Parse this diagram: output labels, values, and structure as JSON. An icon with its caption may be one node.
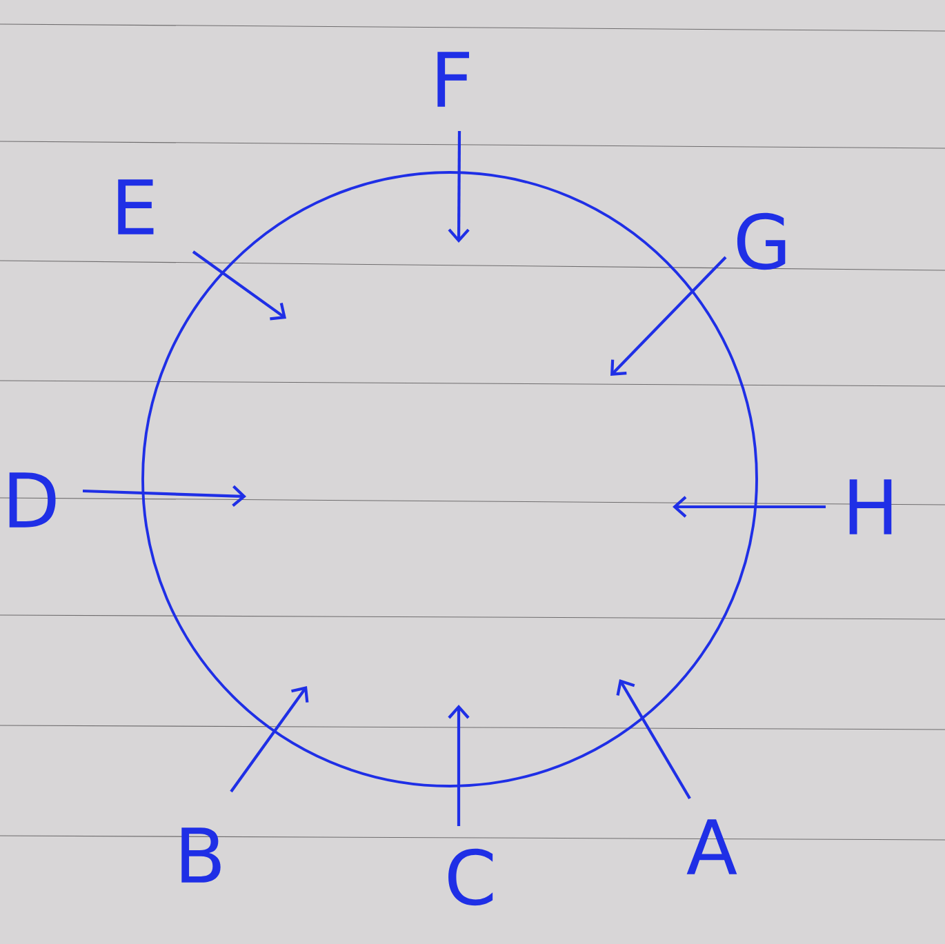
{
  "diagram": {
    "nodes": [
      {
        "text": [],
        "shape": "circle"
      },
      {
        "text": [
          "F"
        ]
      },
      {
        "text": [
          "E"
        ]
      },
      {
        "text": [
          "G"
        ]
      },
      {
        "text": [
          "D"
        ]
      },
      {
        "text": [
          "H"
        ]
      },
      {
        "text": [
          "B"
        ]
      },
      {
        "text": [
          "C"
        ]
      },
      {
        "text": [
          "A"
        ]
      }
    ],
    "edges": [
      {
        "from": 1,
        "to": 0,
        "arrow": "to"
      },
      {
        "from": 2,
        "to": 0,
        "arrow": "to"
      },
      {
        "from": 3,
        "to": 0,
        "arrow": "to"
      },
      {
        "from": 4,
        "to": 0,
        "arrow": "to"
      },
      {
        "from": 5,
        "to": 0,
        "arrow": "to"
      },
      {
        "from": 6,
        "to": 0,
        "arrow": "to"
      },
      {
        "from": 7,
        "to": 0,
        "arrow": "to"
      },
      {
        "from": 8,
        "to": 0,
        "arrow": "to"
      }
    ]
  }
}
